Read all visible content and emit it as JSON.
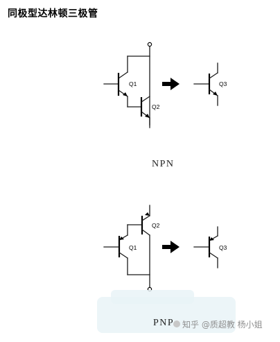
{
  "title": "同极型达林顿三极管",
  "npn": {
    "caption": "NPN",
    "q1": "Q1",
    "q2": "Q2",
    "q3": "Q3"
  },
  "pnp": {
    "caption": "PNP",
    "q1": "Q1",
    "q2": "Q2",
    "q3": "Q3"
  },
  "watermark": {
    "text": "知乎 @质超教 杨小姐"
  },
  "colors": {
    "ink": "#000000",
    "watermark": "#8f8f8f",
    "haze": "#e9f3f7"
  }
}
